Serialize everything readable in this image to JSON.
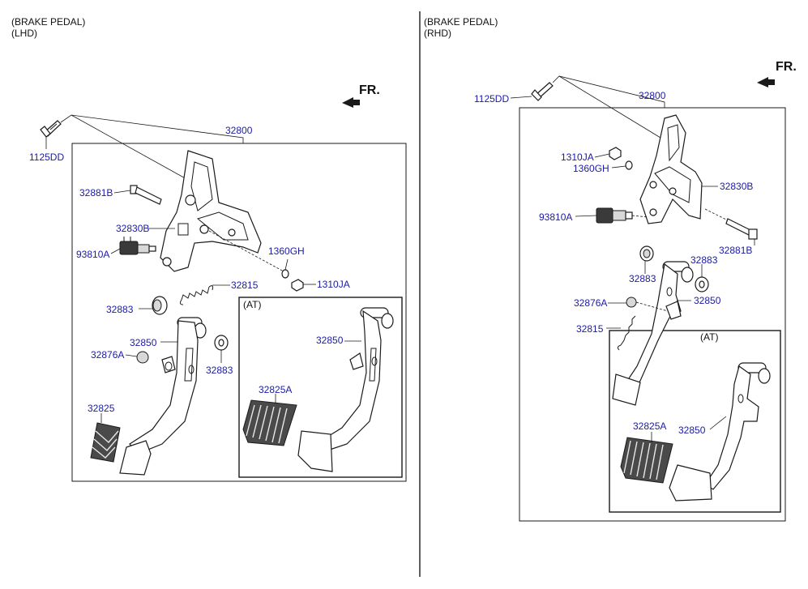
{
  "left_panel": {
    "header_line1": "(BRAKE PEDAL)",
    "header_line2": "(LHD)",
    "front_label": "FR.",
    "at_label": "(AT)",
    "parts": {
      "p1125DD": "1125DD",
      "p32800": "32800",
      "p32881B": "32881B",
      "p32830B": "32830B",
      "p93810A": "93810A",
      "p1360GH": "1360GH",
      "p1310JA": "1310JA",
      "p32815": "32815",
      "p32883a": "32883",
      "p32850": "32850",
      "p32876A": "32876A",
      "p32883b": "32883",
      "p32825": "32825",
      "p32850at": "32850",
      "p32825Aat": "32825A"
    }
  },
  "right_panel": {
    "header_line1": "(BRAKE PEDAL)",
    "header_line2": "(RHD)",
    "front_label": "FR.",
    "at_label": "(AT)",
    "parts": {
      "p1125DD": "1125DD",
      "p32800": "32800",
      "p1310JA": "1310JA",
      "p1360GH": "1360GH",
      "p32830B": "32830B",
      "p93810A": "93810A",
      "p32881B": "32881B",
      "p32883a": "32883",
      "p32883b": "32883",
      "p32876A": "32876A",
      "p32850": "32850",
      "p32815": "32815",
      "p32825Aat": "32825A",
      "p32850at": "32850"
    }
  }
}
